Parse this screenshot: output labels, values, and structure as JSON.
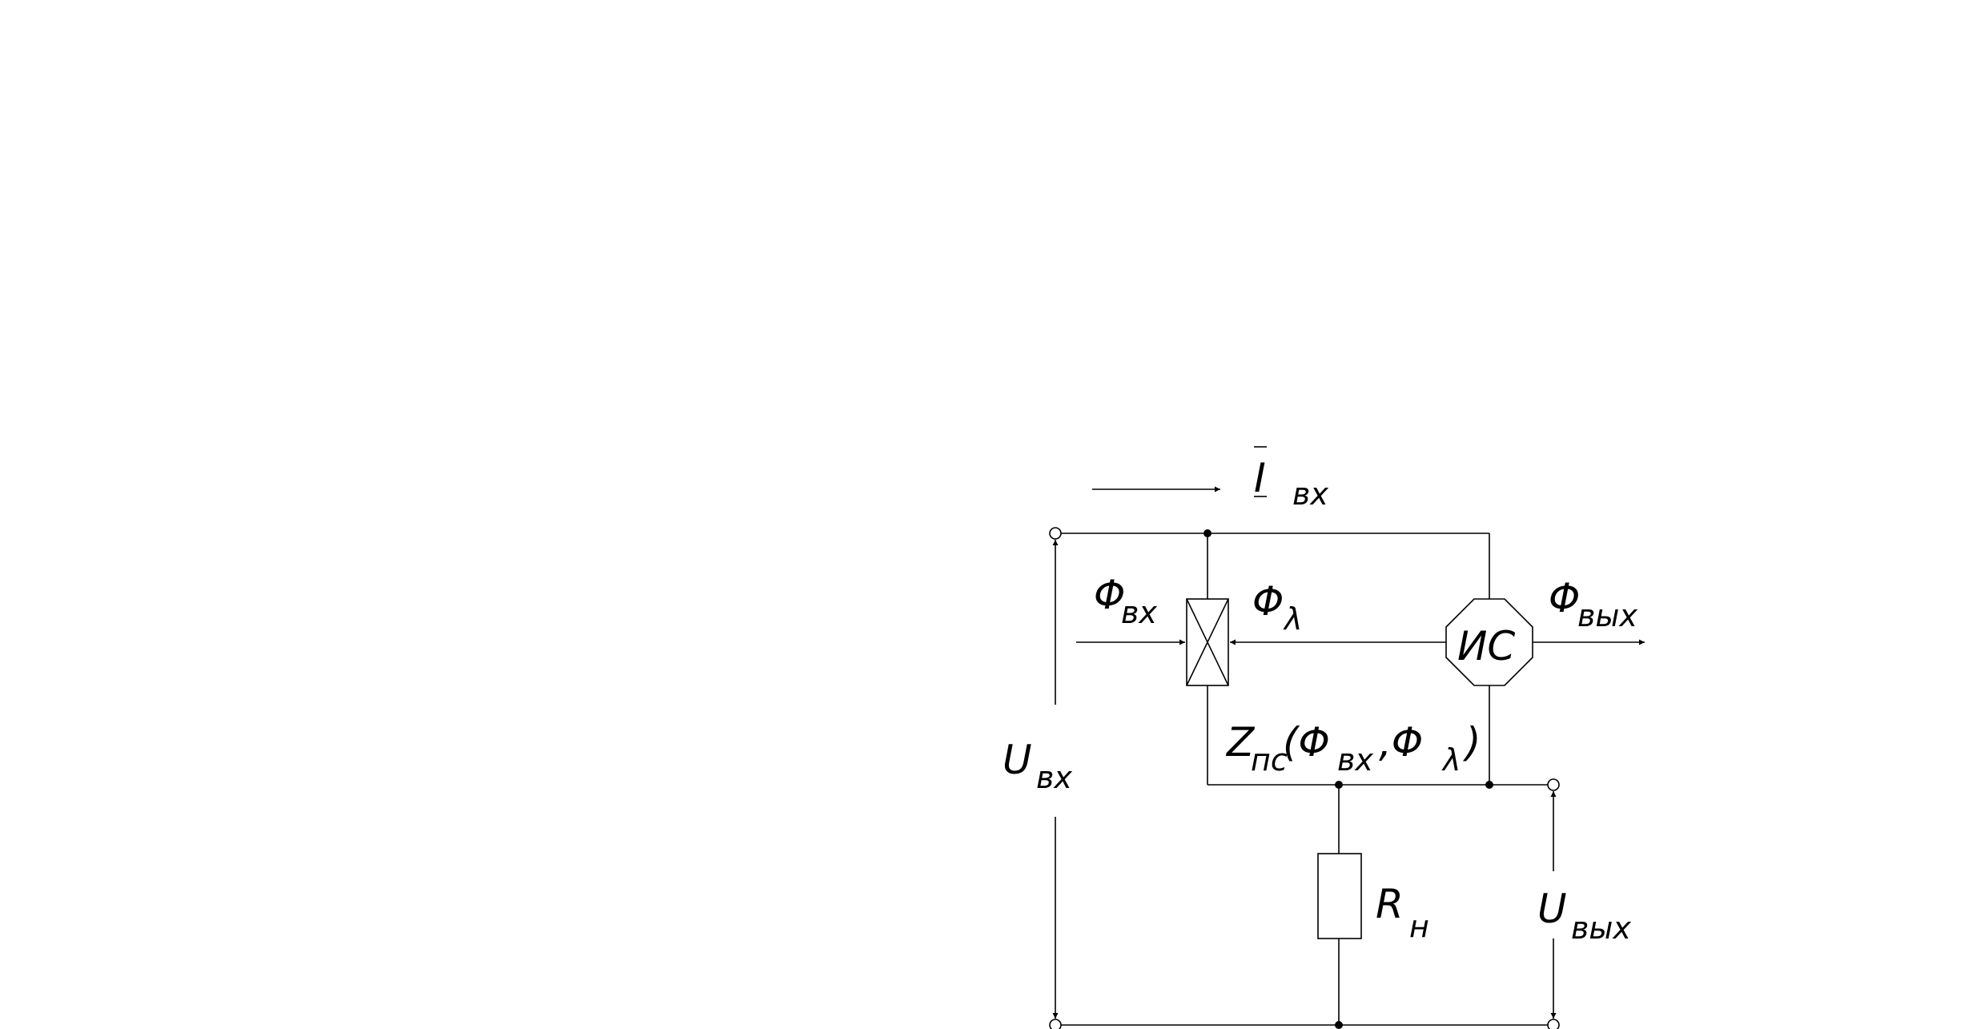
{
  "labels": {
    "current_main": "I",
    "current_sub": "вх",
    "flux_in_main": "Φ",
    "flux_in_sub": "вх",
    "flux_fb_main": "Φ",
    "flux_fb_sub": "λ",
    "flux_out_main": "Φ",
    "flux_out_sub": "вых",
    "source_label": "ИС",
    "impedance_main": "Z",
    "impedance_sub": "пс",
    "impedance_open": "(Φ",
    "impedance_arg1_sub": "вх",
    "impedance_sep": " ,Φ",
    "impedance_arg2_sub": "λ",
    "impedance_close": ")",
    "voltage_in_main": "U",
    "voltage_in_sub": "вх",
    "load_main": "R",
    "load_sub": "н",
    "voltage_out_main": "U",
    "voltage_out_sub": "вых"
  }
}
